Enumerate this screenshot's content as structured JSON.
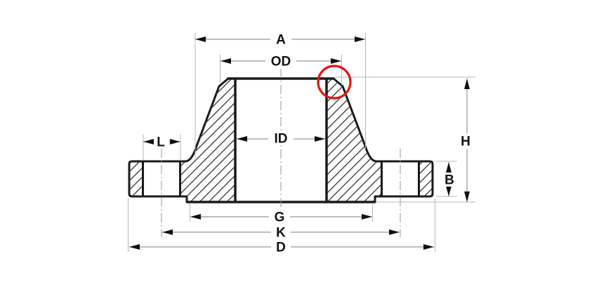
{
  "diagram": {
    "description": "Weld neck flange cross-section drawing with dimension callouts",
    "labels": {
      "a": "A",
      "od": "OD",
      "id": "ID",
      "l": "L",
      "h": "H",
      "b": "B",
      "g": "G",
      "k": "K",
      "d": "D"
    },
    "colors": {
      "outline": "#1a1a1a",
      "hatch": "#303030",
      "dimension_line": "#7d7d7d",
      "extension_line": "#b5b5b5",
      "centerline": "#969696",
      "arrow": "#111111",
      "label": "#111111",
      "highlight": "#e81414",
      "background": "#ffffff"
    }
  }
}
